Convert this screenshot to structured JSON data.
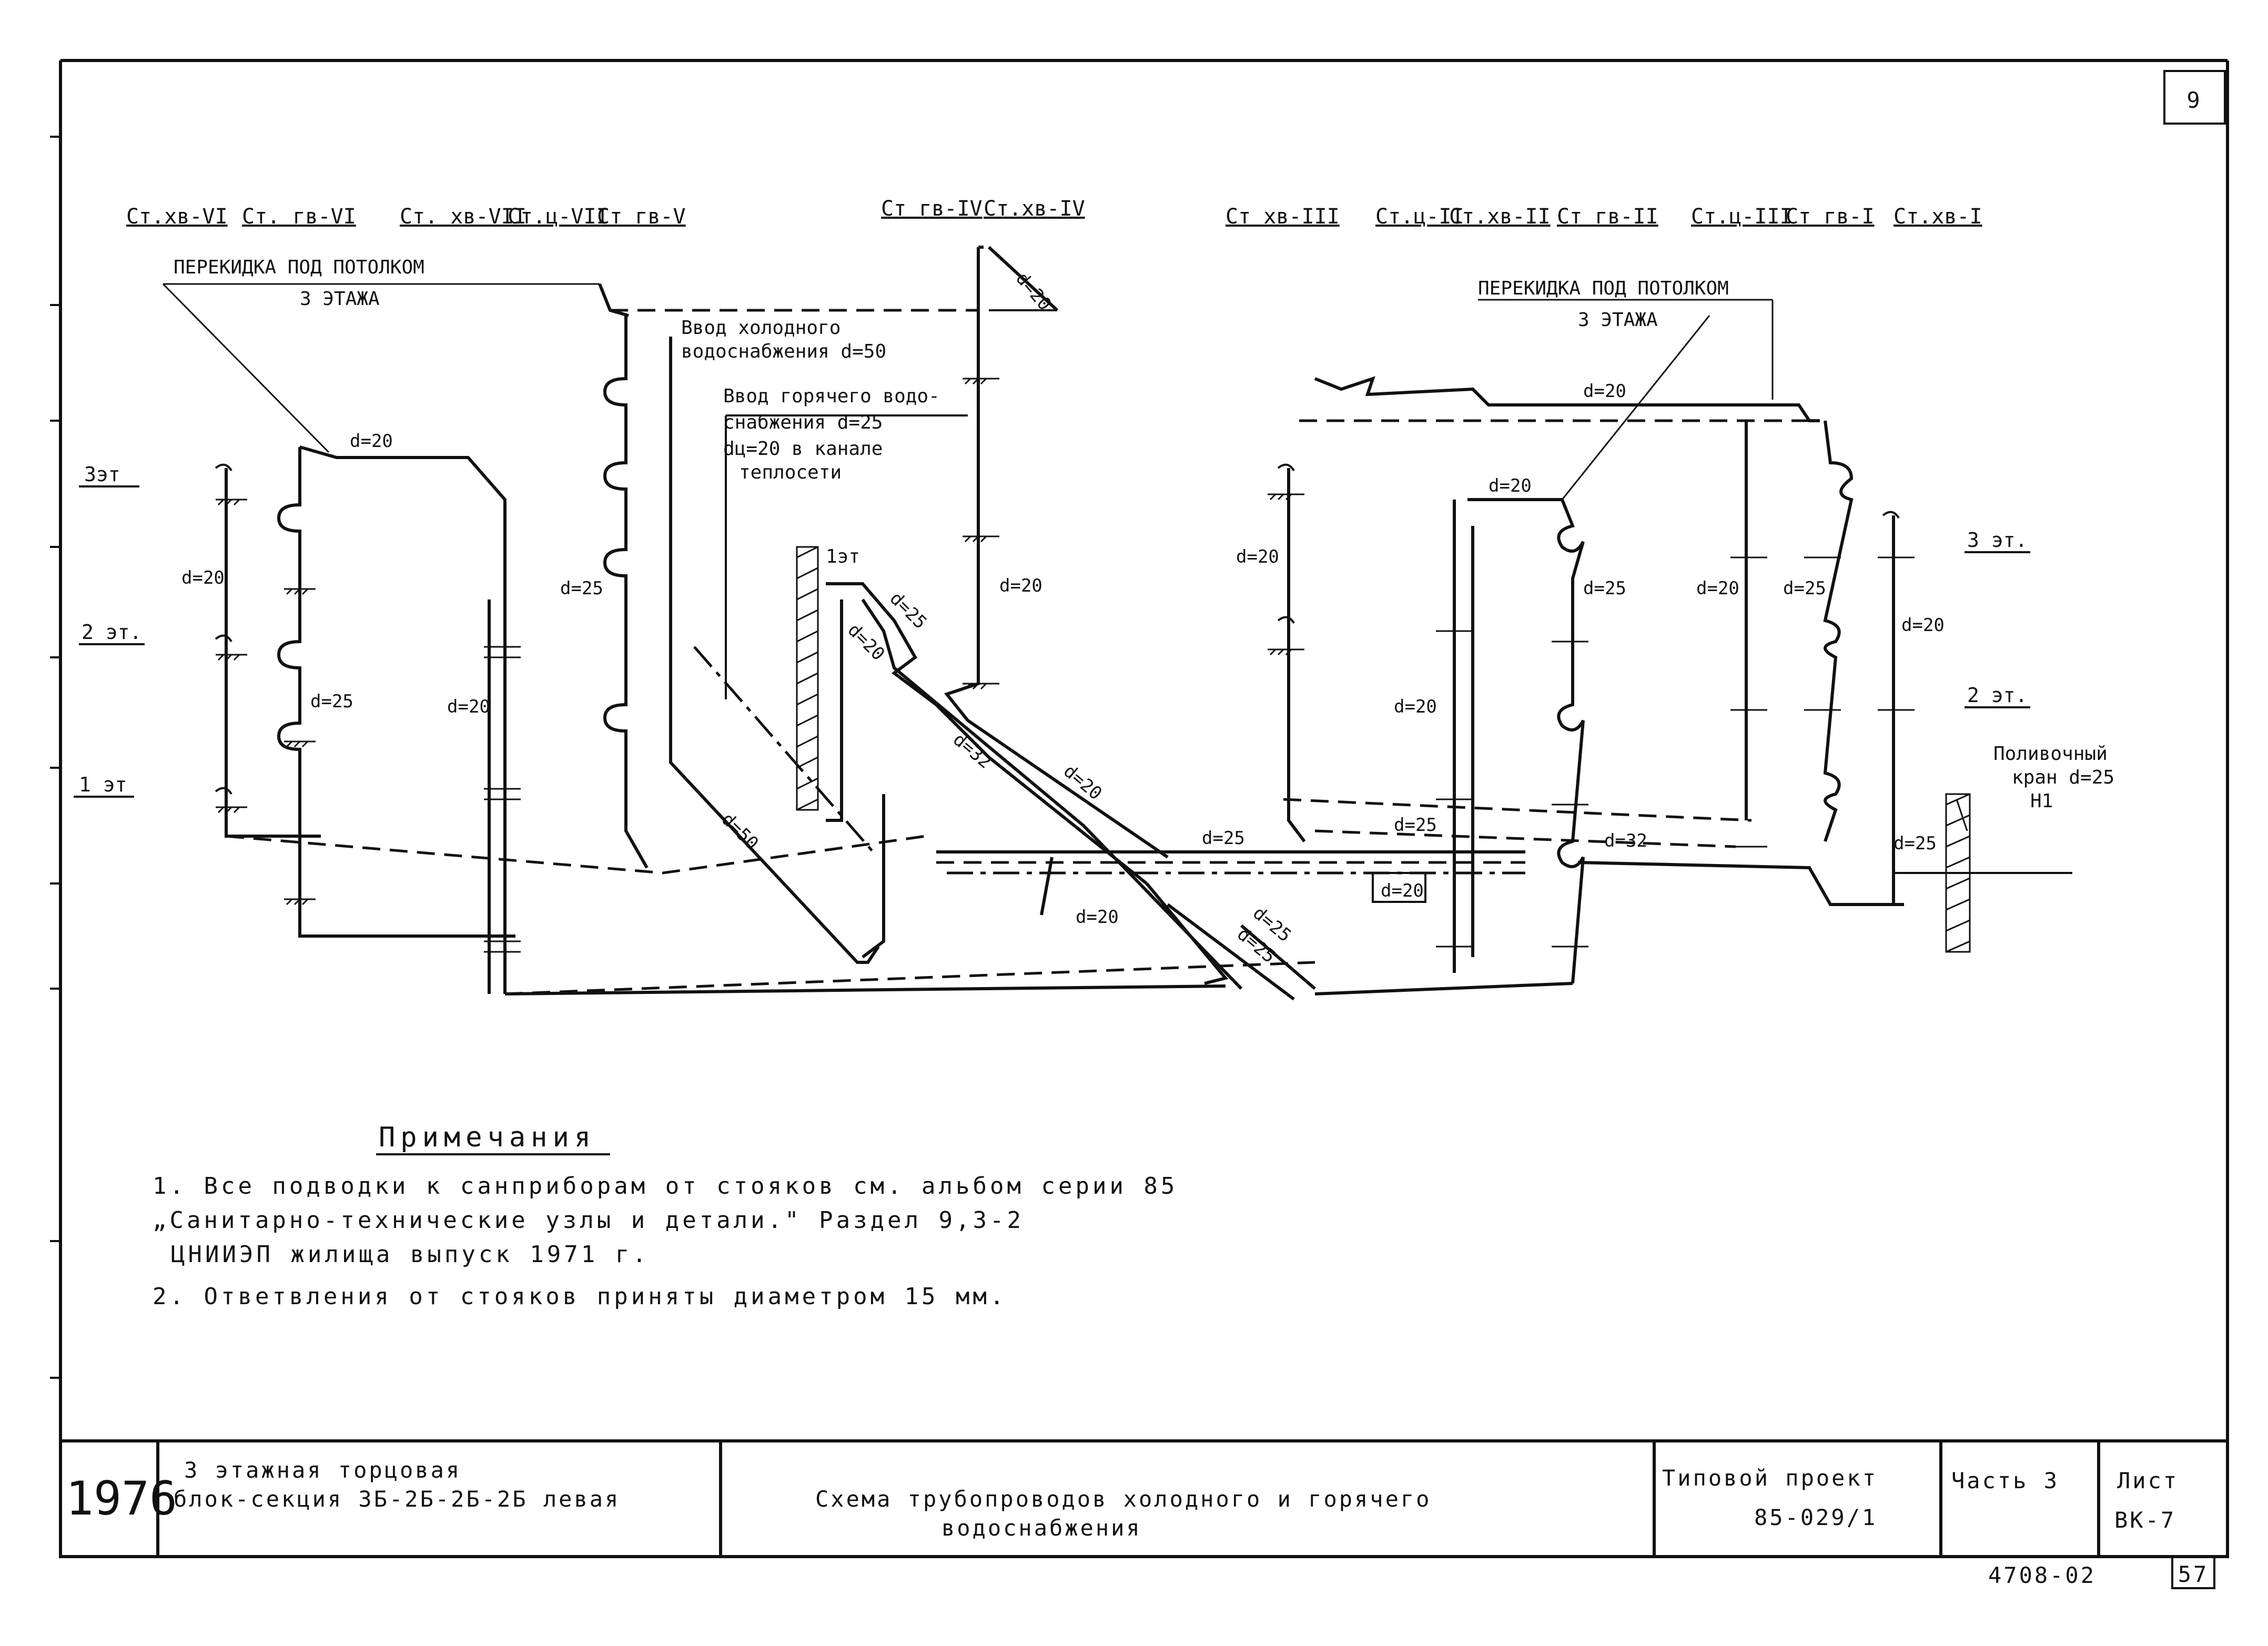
{
  "sheet": {
    "number": "9",
    "footer_number": "57",
    "archive_code": "4708-02"
  },
  "risers": [
    "Ст.хв-VI",
    "Ст. гв-VI",
    "Ст. хв-VII",
    "Ст.ц-VII",
    "Ст гв-V",
    "Ст гв-IV",
    "Ст.хв-IV",
    "Ст хв-III",
    "Ст.ц-II",
    "Ст.хв-II",
    "Ст гв-II",
    "Ст.ц-III",
    "Ст гв-I",
    "Ст.хв-I"
  ],
  "callouts": {
    "crossover_left_1": "ПЕРЕКИДКА ПОД ПОТОЛКОМ",
    "crossover_left_2": "3 ЭТАЖА",
    "crossover_right_1": "ПЕРЕКИДКА ПОД ПОТОЛКОМ",
    "crossover_right_2": "3 ЭТАЖА",
    "cold_inlet_1": "Ввод холодного",
    "cold_inlet_2": "водоснабжения d=50",
    "hot_inlet_1": "Ввод горячего водо-",
    "hot_inlet_2": "снабжения d=25",
    "hot_inlet_3": "dц=20 в канале",
    "hot_inlet_4": "теплосети",
    "basement_floor": "1эт",
    "hose_tap_1": "Поливочный",
    "hose_tap_2": "кран d=25",
    "hose_tap_3": "Н1"
  },
  "floors": {
    "left_3": "3эт",
    "left_2": "2 эт.",
    "left_1": "1 эт",
    "right_3": "3 эт.",
    "right_2": "2 эт."
  },
  "diameters": {
    "d20_top_left": "d=20",
    "d20_left_riser": "d=20",
    "d25_left_mid": "d=25",
    "d20_left_col": "d=20",
    "d25_col2": "d=25",
    "d20_vert_iv": "d=20",
    "d20_riser_iv": "d=20",
    "d25_diag_1": "d=25",
    "d20_diag_2": "d=20",
    "d32_diag": "d=32",
    "d20_diag_3": "d=20",
    "d50_diag": "d=50",
    "d20_bottom": "d=20",
    "d25_main": "d=25",
    "d20_small_box": "d=20",
    "d25_diag_4": "d=25",
    "d25_diag_5": "d=25",
    "d20_top_right": "d=20",
    "d20_right_top": "d=20",
    "d20_right_col1": "d=20",
    "d25_right_col2": "d=25",
    "d20_right_col3": "d=20",
    "d25_right_col4": "d=25",
    "d20_right_col5": "d=20",
    "d20_right_lower": "d=20",
    "d25_right_lower": "d=25",
    "d32_right_main": "d=32",
    "d25_right_end": "d=25"
  },
  "notes": {
    "title": "Примечания",
    "item1_line1": "1. Все подводки к санприборам от стояков см. альбом серии 85",
    "item1_line2": "„Санитарно-технические узлы и детали.\" Раздел 9,3-2",
    "item1_line3": "ЦНИИЭП жилища выпуск 1971 г.",
    "item2": "2. Ответвления от стояков приняты диаметром 15 мм."
  },
  "title_block": {
    "year": "1976",
    "building_line1": "3 этажная торцовая",
    "building_line2": "блок-секция 3Б-2Б-2Б-2Б левая",
    "drawing_title_line1": "Схема трубопроводов холодного и горячего",
    "drawing_title_line2": "водоснабжения",
    "project_label": "Типовой проект",
    "project_number": "85-029/1",
    "part": "Часть 3",
    "sheet_label": "Лист",
    "sheet_code": "ВК-7"
  }
}
